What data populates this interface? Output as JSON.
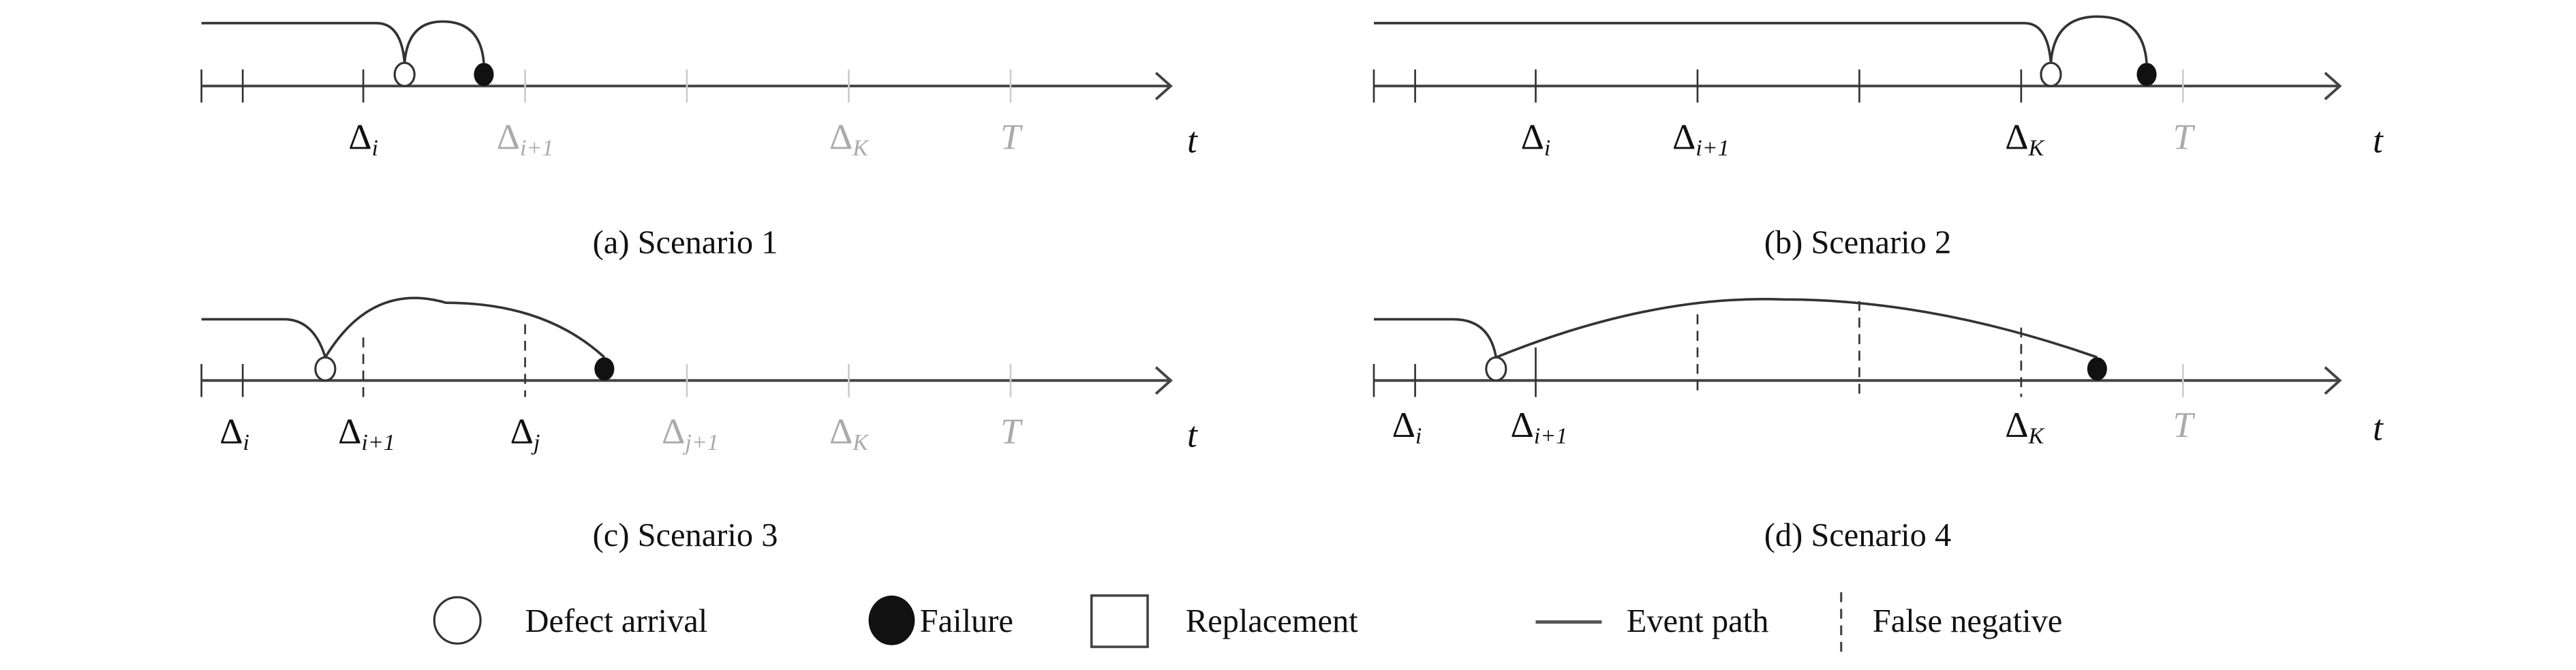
{
  "panels": [
    {
      "caption": "(a) Scenario 1",
      "labels": [
        {
          "main": "Δ",
          "sub": "i",
          "muted": false
        },
        {
          "main": "Δ",
          "sub": "i+1",
          "muted": true
        },
        {
          "main": "Δ",
          "sub": "K",
          "muted": true
        },
        {
          "main": "T",
          "sub": "",
          "muted": true
        },
        {
          "main": "t",
          "sub": "",
          "muted": false
        }
      ]
    },
    {
      "caption": "(b) Scenario 2",
      "labels": [
        {
          "main": "Δ",
          "sub": "i",
          "muted": false
        },
        {
          "main": "Δ",
          "sub": "i+1",
          "muted": false
        },
        {
          "main": "Δ",
          "sub": "K",
          "muted": false
        },
        {
          "main": "T",
          "sub": "",
          "muted": true
        },
        {
          "main": "t",
          "sub": "",
          "muted": false
        }
      ]
    },
    {
      "caption": "(c) Scenario 3",
      "labels": [
        {
          "main": "Δ",
          "sub": "i",
          "muted": false
        },
        {
          "main": "Δ",
          "sub": "i+1",
          "muted": false
        },
        {
          "main": "Δ",
          "sub": "j",
          "muted": false
        },
        {
          "main": "Δ",
          "sub": "j+1",
          "muted": true
        },
        {
          "main": "Δ",
          "sub": "K",
          "muted": true
        },
        {
          "main": "T",
          "sub": "",
          "muted": true
        },
        {
          "main": "t",
          "sub": "",
          "muted": false
        }
      ]
    },
    {
      "caption": "(d) Scenario 4",
      "labels": [
        {
          "main": "Δ",
          "sub": "i",
          "muted": false
        },
        {
          "main": "Δ",
          "sub": "i+1",
          "muted": false
        },
        {
          "main": "Δ",
          "sub": "K",
          "muted": false
        },
        {
          "main": "T",
          "sub": "",
          "muted": true
        },
        {
          "main": "t",
          "sub": "",
          "muted": false
        }
      ]
    }
  ],
  "legend": {
    "defect": "Defect arrival",
    "failure": "Failure",
    "replacement": "Replacement",
    "event_path": "Event path",
    "false_negative": "False negative"
  },
  "colors": {
    "ink": "#333333",
    "muted": "#aaaaaa"
  }
}
